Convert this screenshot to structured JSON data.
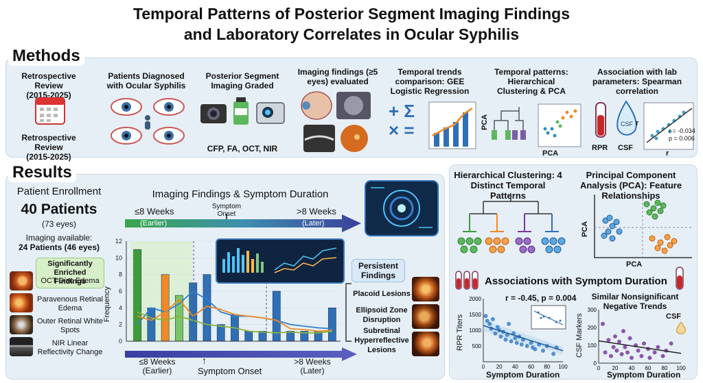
{
  "title": {
    "line1": "Temporal Patterns of Posterior Segment Imaging Findings",
    "line2": "and Laboratory Correlates in Ocular Syphilis"
  },
  "methods": {
    "heading": "Methods",
    "review_top": "Retrospective Review",
    "review_top_years": "(2015-2025)",
    "review_bottom": "Retrospective Review",
    "review_bottom_years": "(2015-2025)",
    "patients": "Patients Diagnosed with Ocular Syphilis",
    "graded": "Posterior Segment Imaging Graded",
    "modalities": "CFP, FA, OCT, NIR",
    "imaging_findings": "Imaging findings (≥5 eyes) evaluated",
    "temporal_trends": "Temporal trends comparison: GEE Logistic Regression",
    "temporal_patterns": "Temporal patterns: Hierarchical Clustering & PCA",
    "association": "Association with lab parameters: Spearman correlation",
    "pca_axis": "PCA",
    "rpr": "RPR",
    "csf": "CSF",
    "r_axis": "r",
    "r_value": "r = -0.034",
    "p_value": "p = 0.006",
    "math_symbols": [
      "+",
      "Σ",
      "×",
      "="
    ]
  },
  "results": {
    "heading": "Results",
    "enrollment_title": "Patient Enrollment",
    "patients_count": "40 Patients",
    "eyes": "(73 eyes)",
    "imaging_available": "Imaging available:",
    "imaging_available_detail": "24 Patients (46 eyes)",
    "enriched_title": "Significantly Enriched Findings",
    "enriched": [
      "OCT Disc Edema",
      "Paravenous Retinal Edema",
      "Outer Retinal White Spots",
      "NIR Linear Reflectivity Change"
    ],
    "chart_title": "Imaging Findings & Symptom Duration",
    "top_left": "≤8 Weeks",
    "top_left_sub": "(Earlier)",
    "top_mid": "Symptom Onset",
    "top_right": ">8 Weeks",
    "top_right_sub": "(Later)",
    "bottom_left": "≤8 Weeks",
    "bottom_left_sub": "(Earlier)",
    "bottom_mid": "Symptom Onset",
    "bottom_right": ">8 Weeks",
    "bottom_right_sub": "(Later)",
    "persistent_title": "Persistent Findings",
    "persistent": [
      "Placoid Lesions",
      "Ellipsoid Zone Disruption",
      "Subretinal Hyperreflective Lesions"
    ],
    "clustering_title": "Hierarchical Clustering: 4 Distinct Temporal Patterns",
    "pca_title": "Principal Component Analysis (PCA): Feature Relationships",
    "pca_axis": "PCA",
    "assoc_title": "Associations with Symptom Duration",
    "rpr_stats": "r = -0.45, p = 0.004",
    "rpr_ylabel": "RPR Titers",
    "rpr_xlabel": "Symptom Duration",
    "csf_title": "Similar Nonsignificant Negative Trends",
    "csf_ylabel": "CSF Markers",
    "csf_xlabel": "Symptom Duration",
    "csf_tag": "CSF"
  },
  "chart_data": [
    {
      "type": "bar",
      "title": "Imaging Findings & Symptom Duration",
      "ylabel": "Frequency",
      "ylim": [
        0,
        12
      ],
      "yticks": [
        0,
        2,
        4,
        6,
        8,
        10,
        12
      ],
      "bars": [
        {
          "value": 11,
          "color": "#3f9a3a"
        },
        {
          "value": 4,
          "color": "#2f6fb6"
        },
        {
          "value": 8,
          "color": "#f08a24"
        },
        {
          "value": 5.5,
          "color": "#7cc36a"
        },
        {
          "value": 7,
          "color": "#2f6fb6"
        },
        {
          "value": 8,
          "color": "#2f6fb6"
        },
        {
          "value": 2,
          "color": "#2f6fb6"
        },
        {
          "value": 3.2,
          "color": "#2f6fb6"
        },
        {
          "value": 1.2,
          "color": "#2f6fb6"
        },
        {
          "value": 1.2,
          "color": "#2f6fb6"
        },
        {
          "value": 6,
          "color": "#2f6fb6"
        },
        {
          "value": 1.2,
          "color": "#2f6fb6"
        },
        {
          "value": 1.2,
          "color": "#2f6fb6"
        },
        {
          "value": 1.2,
          "color": "#2f6fb6"
        },
        {
          "value": 4,
          "color": "#2f6fb6"
        }
      ],
      "lines": [
        {
          "color": "#2f7fd0",
          "values": [
            2,
            4,
            3.5,
            4.5,
            6,
            5,
            3.5,
            3,
            3,
            2.8,
            2.5,
            2,
            1.8,
            1.6,
            1.5
          ]
        },
        {
          "color": "#f08a24",
          "values": [
            3,
            2.5,
            3.5,
            5,
            3,
            4.2,
            3.8,
            3.2,
            3,
            2.8,
            2.5,
            1.5,
            1.4,
            1.2,
            1.3
          ]
        },
        {
          "color": "#8db33a",
          "values": [
            3.5,
            2.8,
            2.5,
            3,
            2.5,
            2,
            1.8,
            1.6,
            1.2,
            1.1,
            1,
            1.1,
            1,
            1,
            1.2
          ]
        }
      ]
    },
    {
      "type": "scatter",
      "title": "r = -0.45, p = 0.004",
      "xlabel": "Symptom Duration",
      "ylabel": "RPR Titers",
      "xlim": [
        0,
        100
      ],
      "ylim": [
        0,
        2000
      ],
      "xticks": [
        0,
        20,
        40,
        60,
        80,
        100
      ],
      "yticks": [
        500,
        1000,
        1500,
        2000
      ],
      "points": [
        [
          3,
          1450
        ],
        [
          5,
          1300
        ],
        [
          8,
          1200
        ],
        [
          10,
          1050
        ],
        [
          12,
          1350
        ],
        [
          15,
          900
        ],
        [
          18,
          1100
        ],
        [
          20,
          1000
        ],
        [
          22,
          800
        ],
        [
          25,
          950
        ],
        [
          28,
          700
        ],
        [
          30,
          850
        ],
        [
          32,
          1200
        ],
        [
          35,
          650
        ],
        [
          38,
          900
        ],
        [
          40,
          750
        ],
        [
          42,
          600
        ],
        [
          45,
          800
        ],
        [
          48,
          550
        ],
        [
          50,
          700
        ],
        [
          55,
          500
        ],
        [
          60,
          600
        ],
        [
          62,
          450
        ],
        [
          65,
          400
        ],
        [
          70,
          550
        ],
        [
          75,
          350
        ],
        [
          80,
          500
        ],
        [
          88,
          250
        ],
        [
          92,
          450
        ]
      ],
      "trend": [
        [
          0,
          1150
        ],
        [
          100,
          350
        ]
      ]
    },
    {
      "type": "scatter",
      "title": "Similar Nonsignificant Negative Trends",
      "xlabel": "Symptom Duration",
      "ylabel": "CSF Markers",
      "xlim": [
        0,
        100
      ],
      "ylim": [
        0,
        300
      ],
      "xticks": [
        0,
        20,
        40,
        60,
        80,
        100
      ],
      "yticks": [
        0,
        100,
        200,
        300
      ],
      "points": [
        [
          5,
          220
        ],
        [
          8,
          60
        ],
        [
          12,
          130
        ],
        [
          15,
          40
        ],
        [
          18,
          90
        ],
        [
          20,
          150
        ],
        [
          22,
          70
        ],
        [
          25,
          120
        ],
        [
          28,
          50
        ],
        [
          30,
          180
        ],
        [
          32,
          90
        ],
        [
          35,
          60
        ],
        [
          38,
          140
        ],
        [
          40,
          30
        ],
        [
          45,
          100
        ],
        [
          48,
          70
        ],
        [
          52,
          40
        ],
        [
          55,
          110
        ],
        [
          60,
          80
        ],
        [
          62,
          30
        ],
        [
          68,
          60
        ],
        [
          72,
          90
        ],
        [
          78,
          40
        ],
        [
          82,
          70
        ],
        [
          88,
          110
        ]
      ],
      "trend": [
        [
          0,
          125
        ],
        [
          100,
          55
        ]
      ]
    }
  ]
}
